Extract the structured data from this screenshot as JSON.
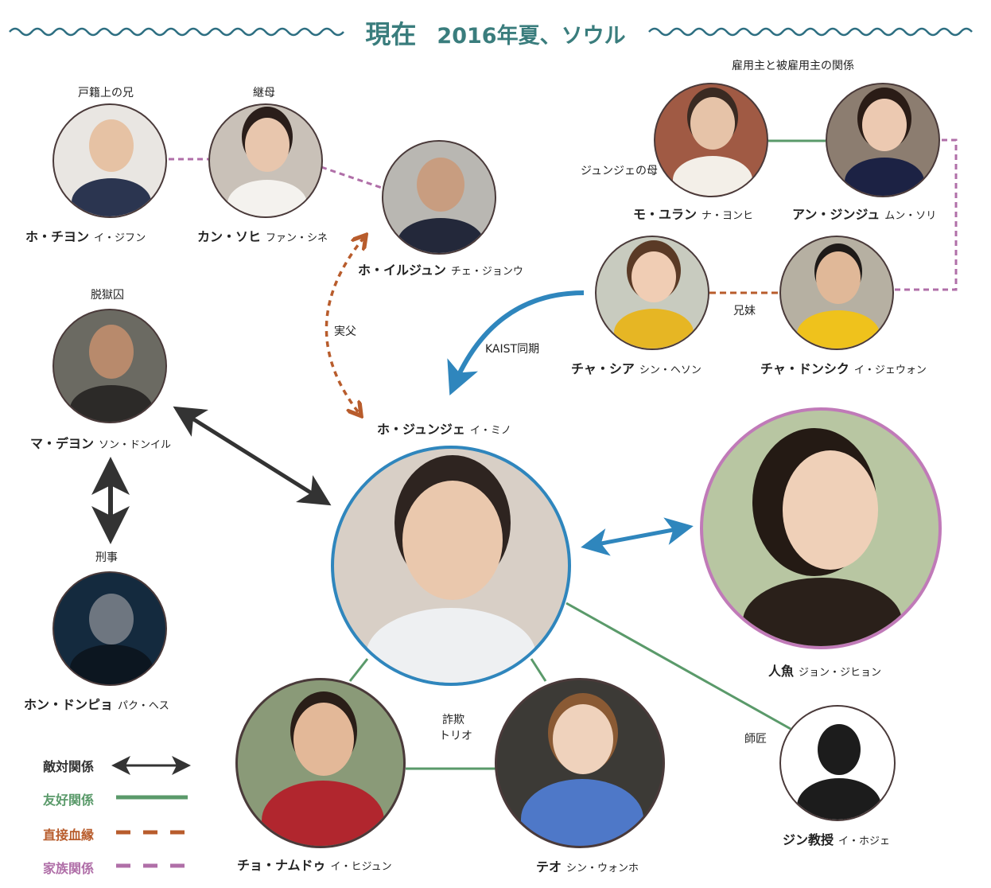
{
  "header": {
    "title": "現在",
    "subtitle": "2016年夏、ソウル"
  },
  "colors": {
    "title": "#3a7d7d",
    "wave": "#2e6f82",
    "hostile": "#333333",
    "friend": "#5a9a6a",
    "blood": "#b85c2c",
    "family": "#b06fa8",
    "blue": "#2f86bd"
  },
  "people": {
    "hojiyon": {
      "name": "ホ・チヨン",
      "actor": "イ・ジフン",
      "note": "戸籍上の兄"
    },
    "kansohi": {
      "name": "カン・ソヒ",
      "actor": "ファン・シネ",
      "note": "継母"
    },
    "hoiljun": {
      "name": "ホ・イルジュン",
      "actor": "チェ・ジョンウ"
    },
    "moyuran": {
      "name": "モ・ユラン",
      "actor": "ナ・ヨンヒ",
      "note": "ジュンジェの母"
    },
    "anjinju": {
      "name": "アン・ジンジュ",
      "actor": "ムン・ソリ"
    },
    "chashia": {
      "name": "チャ・シア",
      "actor": "シン・ヘソン"
    },
    "chadonshik": {
      "name": "チャ・ドンシク",
      "actor": "イ・ジェウォン"
    },
    "madeyon": {
      "name": "マ・デヨン",
      "actor": "ソン・ドンイル",
      "note": "脱獄囚"
    },
    "hojunje": {
      "name": "ホ・ジュンジェ",
      "actor": "イ・ミノ"
    },
    "ningyo": {
      "name": "人魚",
      "actor": "ジョン・ジヒョン"
    },
    "hondonpyo": {
      "name": "ホン・ドンピョ",
      "actor": "パク・ヘス",
      "note": "刑事"
    },
    "chonamdu": {
      "name": "チョ・ナムドゥ",
      "actor": "イ・ヒジュン"
    },
    "teo": {
      "name": "テオ",
      "actor": "シン・ウォンホ"
    },
    "jinprof": {
      "name": "ジン教授",
      "actor": "イ・ホジェ"
    }
  },
  "relations": {
    "employer": "雇用主と被雇用主の関係",
    "father": "実父",
    "kaist": "KAIST同期",
    "siblings": "兄妹",
    "fraud": [
      "詐欺",
      "トリオ"
    ],
    "mentor": "師匠"
  },
  "legend": [
    {
      "label": "敵対関係",
      "style": "hostile"
    },
    {
      "label": "友好関係",
      "style": "friend"
    },
    {
      "label": "直接血縁",
      "style": "blood"
    },
    {
      "label": "家族関係",
      "style": "family"
    }
  ]
}
